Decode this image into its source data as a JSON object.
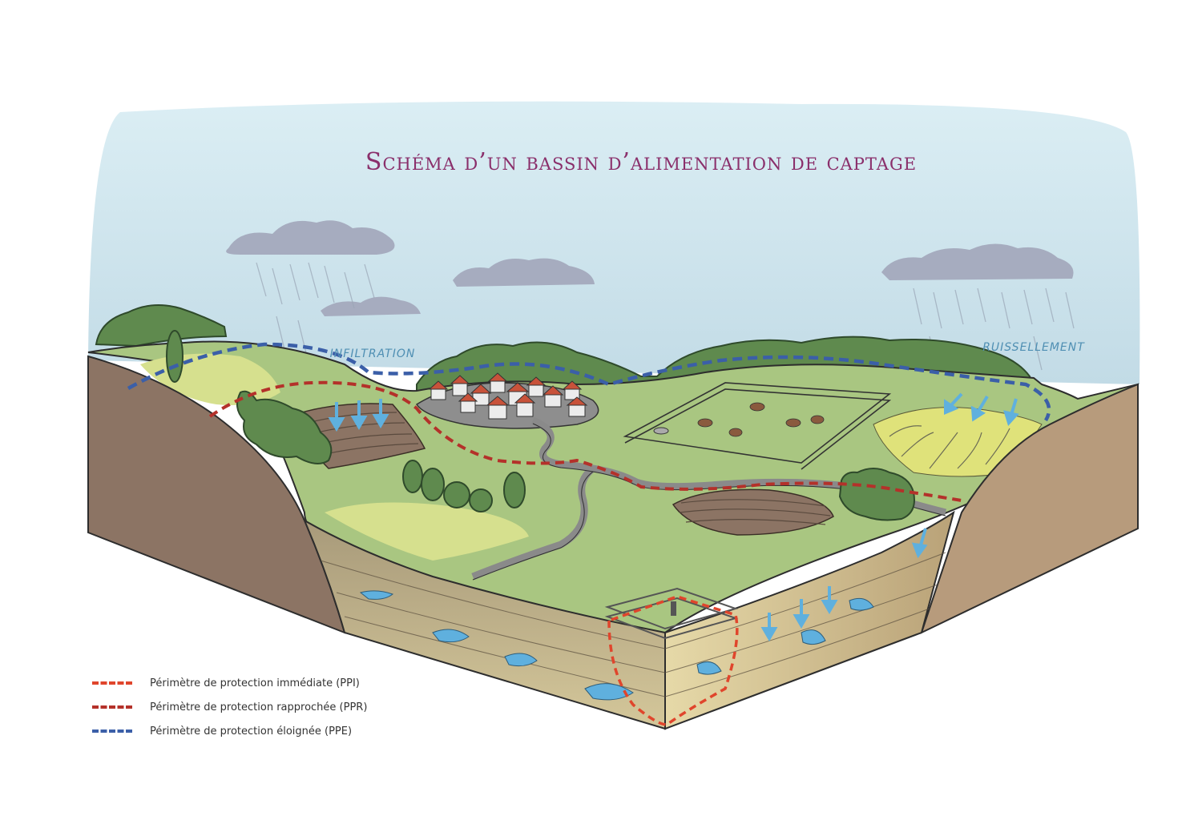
{
  "title": "Schéma d’un bassin d’alimentation de captage",
  "labels": {
    "infiltration": "INFILTRATION",
    "ruissellement": "RUISSELLEMENT"
  },
  "legend": [
    {
      "label": "Périmètre de protection immédiate (PPI)",
      "color": "#e0452c"
    },
    {
      "label": "Périmètre de protection rapprochée (PPR)",
      "color": "#b4312a"
    },
    {
      "label": "Périmètre de protection éloignée (PPE)",
      "color": "#3b5fa8"
    }
  ],
  "colors": {
    "sky": "#cfe4ee",
    "grass": "#a8c880",
    "rock": "#8c7464",
    "water": "#5fb0de"
  }
}
